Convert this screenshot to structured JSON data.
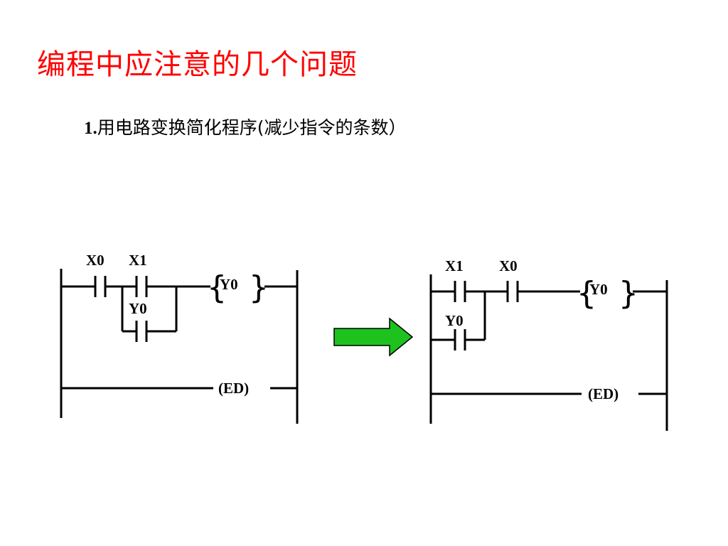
{
  "slide": {
    "title": "编程中应注意的几个问题",
    "subtitle_num": "1.",
    "subtitle_text": "用电路变换简化程序(减少指令的条数）"
  },
  "left_diagram": {
    "contact_top_first": "X0",
    "contact_top_second": "X1",
    "contact_parallel": "Y0",
    "coil": "Y0",
    "end_label": "(ED)"
  },
  "right_diagram": {
    "contact_top_first": "X1",
    "contact_top_second": "X0",
    "contact_parallel": "Y0",
    "coil": "Y0",
    "end_label": "(ED)"
  },
  "arrow_color": "#1ec21e"
}
